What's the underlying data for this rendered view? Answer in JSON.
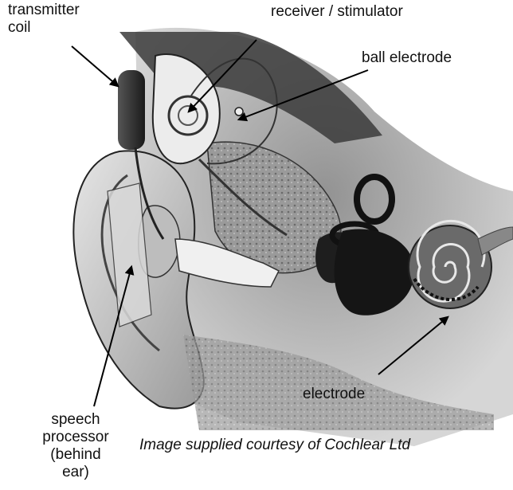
{
  "labels": {
    "transmitter_line1": "transmitter",
    "transmitter_line2": "coil",
    "receiver": "receiver / stimulator",
    "ball_electrode": "ball electrode",
    "electrode": "electrode",
    "speech_line1": "speech",
    "speech_line2": "processor",
    "speech_line3": "(behind",
    "speech_line4": "ear)"
  },
  "credit": "Image supplied courtesy of Cochlear Ltd"
}
